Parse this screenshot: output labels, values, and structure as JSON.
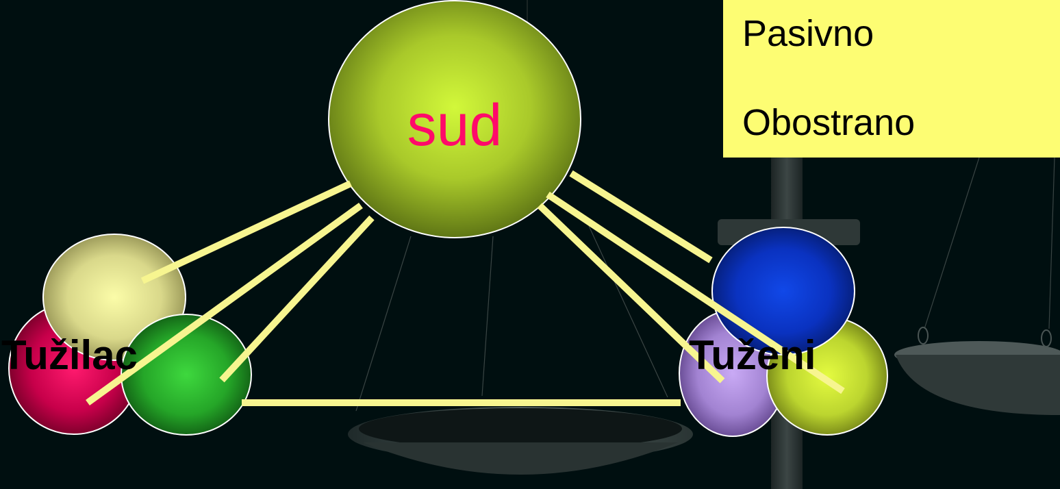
{
  "legend": {
    "items": [
      "Pasivno",
      "Obostrano"
    ]
  },
  "center": {
    "label": "sud"
  },
  "parties": {
    "left_label": "Tužilac",
    "right_label": "Tuženi"
  },
  "colors": {
    "background": "#000f10",
    "legend_fill": "#fdfd73",
    "connector": "#f7f590",
    "center_label": "#ff0a6a",
    "center_circle": "#b4d62a",
    "left_circle_pale": "#e9e89a",
    "left_circle_magenta": "#c20046",
    "left_circle_green": "#2fb52f",
    "right_circle_blue": "#0a35c4",
    "right_circle_purple": "#a98bd6",
    "right_circle_lime": "#c9e13a"
  },
  "background_motif": "balance-scale"
}
